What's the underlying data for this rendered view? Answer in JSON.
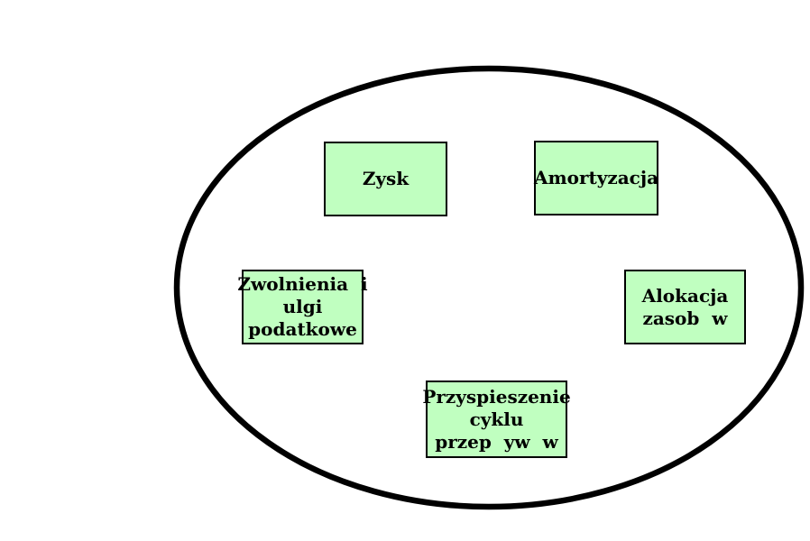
{
  "diagram": {
    "type": "ellipse-cycle-diagram",
    "colors": {
      "background": "#ffffff",
      "box_fill": "#c0ffc0",
      "box_border": "#000000",
      "ellipse_stroke": "#000000",
      "text": "#000000"
    },
    "ellipse": {
      "stroke": "#000000",
      "stroke_width": "6.5"
    },
    "boxes": [
      {
        "id": "zysk",
        "text": "Zysk"
      },
      {
        "id": "amortyzacja",
        "text": "Amortyzacja"
      },
      {
        "id": "zwolnienia-i-ulgi-podatkowe",
        "text": "Zwolnienia  i\nulgi\npodatkowe"
      },
      {
        "id": "alokacja-zasobow",
        "text": "Alokacja\nzasob  w"
      },
      {
        "id": "przyspieszenie-cyklu-przeplywow",
        "text": "Przyspieszenie\ncyklu\nprzep  yw  w"
      }
    ]
  }
}
